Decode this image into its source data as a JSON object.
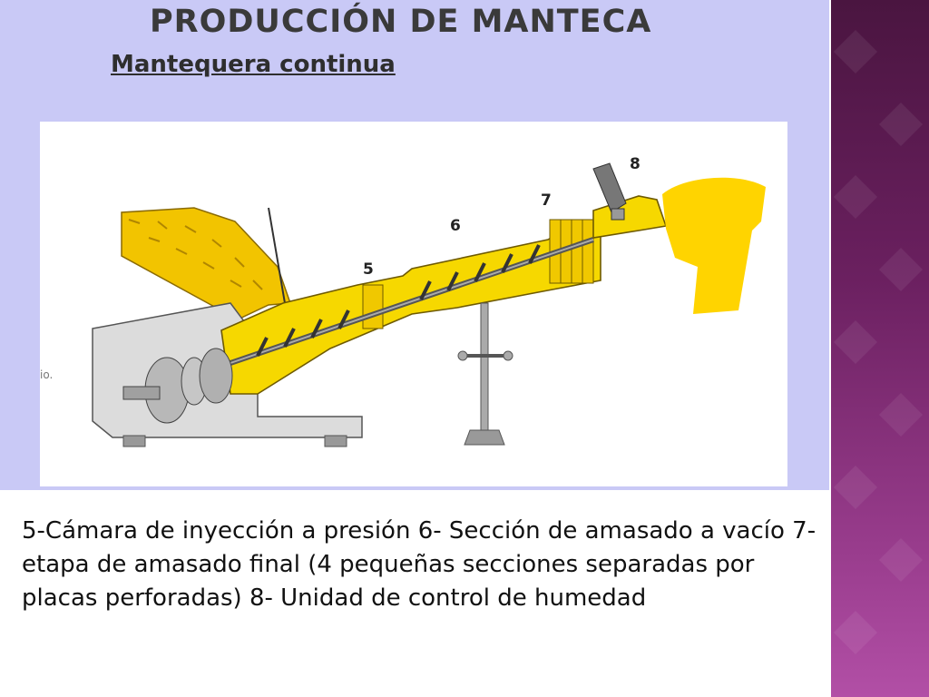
{
  "slide": {
    "title": "PRODUCCIÓN DE MANTECA",
    "subtitle": "Mantequera continua",
    "caption": "5-Cámara de inyección a presión 6- Sección de amasado a vacío 7- etapa de amasado final (4 pequeñas secciones separadas por placas perforadas) 8- Unidad de control de humedad",
    "fragment": "io."
  },
  "diagram": {
    "labels": {
      "l5": "5",
      "l6": "6",
      "l7": "7",
      "l8": "8"
    }
  },
  "colors": {
    "butter": "#f6d800",
    "panel": "#c9c9f6",
    "band": "#7a2a6e"
  }
}
